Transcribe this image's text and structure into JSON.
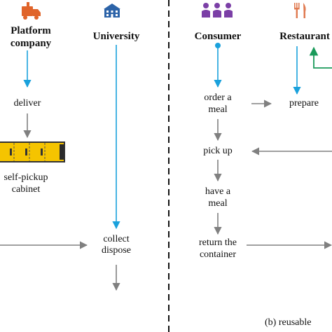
{
  "left_panel": {
    "actors": {
      "platform": "Platform\ncompany",
      "university": "University"
    },
    "nodes": {
      "deliver": "deliver",
      "cabinet": "self-pickup\ncabinet",
      "collect": "collect\ndispose"
    }
  },
  "right_panel": {
    "actors": {
      "consumer": "Consumer",
      "restaurant": "Restaurant"
    },
    "nodes": {
      "order": "order a\nmeal",
      "prepare": "prepare",
      "pickup": "pick up",
      "have": "have a\nmeal",
      "return": "return the\ncontainer"
    },
    "caption": "(b) reusable"
  },
  "icons": {
    "platform": "truck-icon",
    "university": "university-building-icon",
    "consumer": "people-group-icon",
    "restaurant": "fork-knife-icon",
    "cabinet": "pickup-cabinet-icon"
  },
  "colors": {
    "blue_flow": "#1aa1dc",
    "gray_flow": "#808080",
    "green_flow": "#1a9a5a",
    "truck": "#e0642a",
    "building": "#2c63a8",
    "people": "#7b3fa6",
    "utensils": "#e07a50",
    "cabinet": "#f5c400"
  }
}
